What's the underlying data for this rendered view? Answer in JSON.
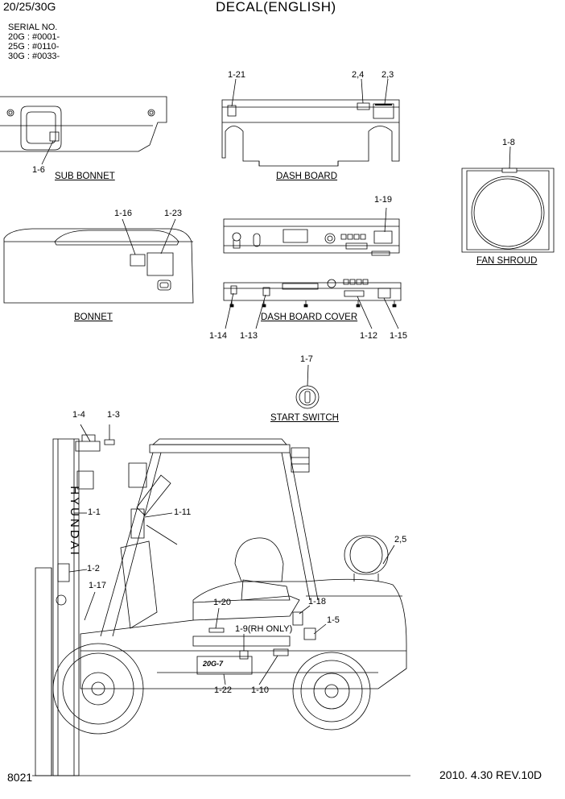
{
  "header": {
    "model": "20/25/30G",
    "title": "DECAL(ENGLISH)",
    "serial_heading": "SERIAL NO.",
    "serials": [
      "20G : #0001-",
      "25G : #0110-",
      "30G : #0033-"
    ]
  },
  "captions": {
    "sub_bonnet": "SUB BONNET",
    "dash_board": "DASH BOARD",
    "fan_shroud": "FAN SHROUD",
    "bonnet": "BONNET",
    "dash_board_cover": "DASH BOARD COVER",
    "start_switch": "START SWITCH"
  },
  "callouts": {
    "c1_21": "1-21",
    "c2_4": "2,4",
    "c2_3": "2,3",
    "c1_8": "1-8",
    "c1_6": "1-6",
    "c1_16": "1-16",
    "c1_23": "1-23",
    "c1_19": "1-19",
    "c1_14": "1-14",
    "c1_13": "1-13",
    "c1_12": "1-12",
    "c1_15": "1-15",
    "c1_7": "1-7",
    "c1_4": "1-4",
    "c1_3": "1-3",
    "c1_1": "1-1",
    "c1_11": "1-11",
    "c2_5": "2,5",
    "c1_2": "1-2",
    "c1_17": "1-17",
    "c1_20": "1-20",
    "c1_18": "1-18",
    "c1_5": "1-5",
    "c1_9": "1-9(RH ONLY)",
    "c1_22": "1-22",
    "c1_10": "1-10"
  },
  "mast_text": "HYUNDAI",
  "badge_text": "20G-7",
  "footer": {
    "page_number": "8021",
    "revision": "2010. 4.30  REV.10D"
  }
}
